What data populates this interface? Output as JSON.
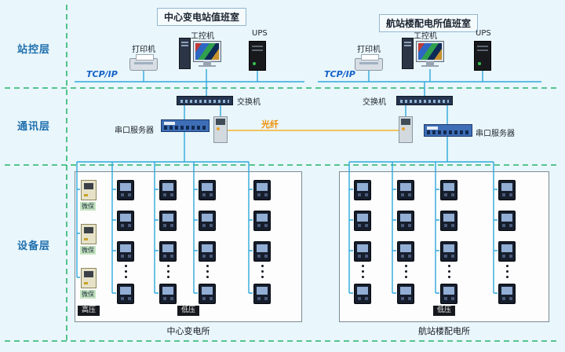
{
  "layers": {
    "station": "站控层",
    "comm": "通讯层",
    "device": "设备层"
  },
  "left_room": {
    "title": "中心变电站值班室",
    "printer_label": "打印机",
    "pc_label": "工控机",
    "ups_label": "UPS",
    "tcpip_label": "TCP/IP",
    "switch_label": "交换机",
    "serial_server_label": "串口服务器"
  },
  "right_room": {
    "title": "航站楼配电所值班室",
    "printer_label": "打印机",
    "pc_label": "工控机",
    "ups_label": "UPS",
    "tcpip_label": "TCP/IP",
    "switch_label": "交换机",
    "serial_server_label": "串口服务器"
  },
  "fiber_label": "光纤",
  "left_panel": {
    "hv_label": "高压",
    "lv_label": "低压",
    "caption": "中心变电所",
    "protection_label": "微保"
  },
  "right_panel": {
    "lv_label": "低压",
    "caption": "航站楼配电所"
  },
  "colors": {
    "line_blue": "#2fa8dc",
    "fiber_orange": "#f5b32a",
    "dashed_green": "#00a651"
  }
}
